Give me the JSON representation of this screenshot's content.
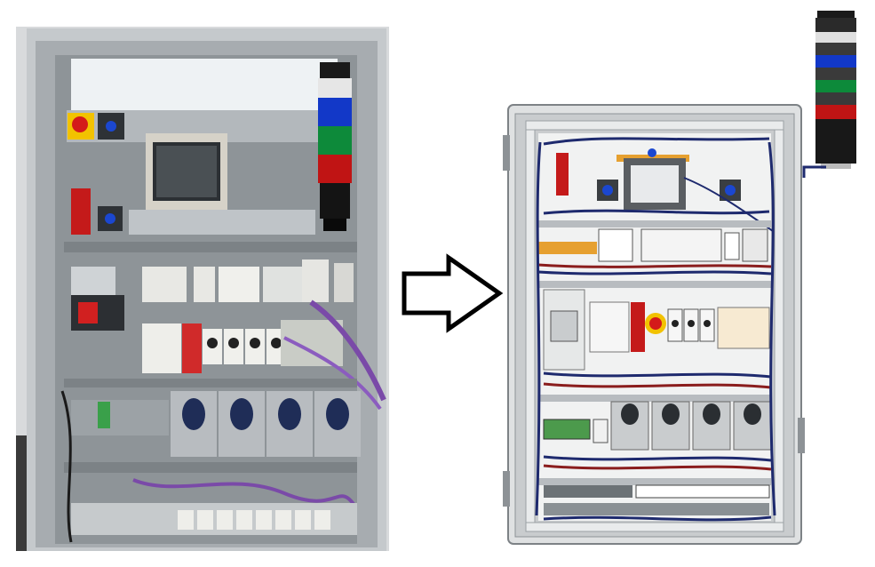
{
  "scene": {
    "left_panel": "photo-electrical-cabinet",
    "right_panel": "cad-electrical-cabinet",
    "arrow": "right-arrow-icon"
  },
  "colors": {
    "background": "#ffffff",
    "cabinet_frame": "#c9ccce",
    "din_rail": "#9aa0a4",
    "wire_blue": "#1e2a6e",
    "wire_red": "#8a1d1d",
    "wire_purple": "#7a4aa8",
    "drive_body": "#b8bcc0",
    "drive_display": "#1f2d57",
    "stack_light_blue": "#1238c8",
    "stack_light_green": "#0d8a3a",
    "stack_light_red": "#c01414",
    "stack_light_white": "#e8e8e8",
    "emergency_red": "#d41a1a",
    "button_yellow": "#f2c200"
  },
  "stack_light_levels": [
    "white",
    "blue",
    "green",
    "red",
    "black"
  ],
  "drive_count": 4
}
